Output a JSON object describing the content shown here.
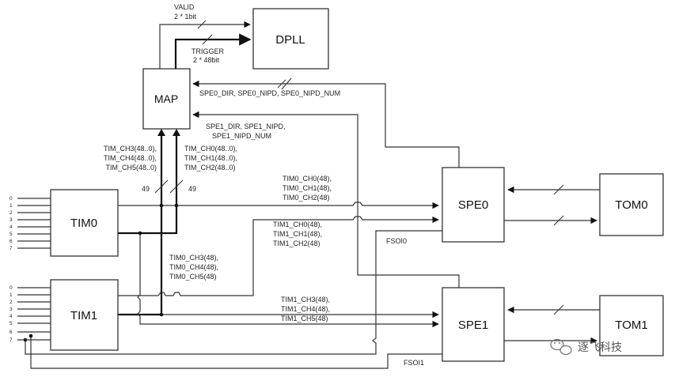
{
  "blocks": {
    "dpll": "DPLL",
    "map": "MAP",
    "tim0": "TIM0",
    "tim1": "TIM1",
    "spe0": "SPE0",
    "spe1": "SPE1",
    "tom0": "TOM0",
    "tom1": "TOM1"
  },
  "signals": {
    "valid": "VALID",
    "valid_width": "2 * 1bit",
    "trigger": "TRIGGER",
    "trigger_width": "2 * 48bit",
    "spe0_to_map": "SPE0_DIR, SPE0_NIPD, SPE0_NIPD_NUM",
    "spe1_to_map_line1": "SPE1_DIR, SPE1_NIPD,",
    "spe1_to_map_line2": "SPE1_NIPD_NUM",
    "tim1_to_map": [
      "TIM_CH3(48..0),",
      "TIM_CH4(48..0),",
      "TIM_CH5(48..0)"
    ],
    "tim0_to_map": [
      "TIM_CH0(48..0),",
      "TIM_CH1(48..0),",
      "TIM_CH2(48..0)"
    ],
    "bus_width_left": "49",
    "bus_width_right": "49",
    "tim0_to_spe0": [
      "TIM0_CH0(48),",
      "TIM0_CH1(48),",
      "TIM0_CH2(48)"
    ],
    "tim1_to_spe0": [
      "TIM1_CH0(48),",
      "TIM1_CH1(48),",
      "TIM1_CH2(48)"
    ],
    "tim0_to_spe1": [
      "TIM0_CH3(48),",
      "TIM0_CH4(48),",
      "TIM0_CH5(48)"
    ],
    "tim1_to_spe1": [
      "TIM1_CH3(48),",
      "TIM1_CH4(48),",
      "TIM1_CH5(48)"
    ],
    "fsoi0": "FSOI0",
    "fsoi1": "FSOI1"
  },
  "pins": [
    "0",
    "1",
    "2",
    "3",
    "4",
    "5",
    "6",
    "7"
  ],
  "watermark": "逐飞科技"
}
